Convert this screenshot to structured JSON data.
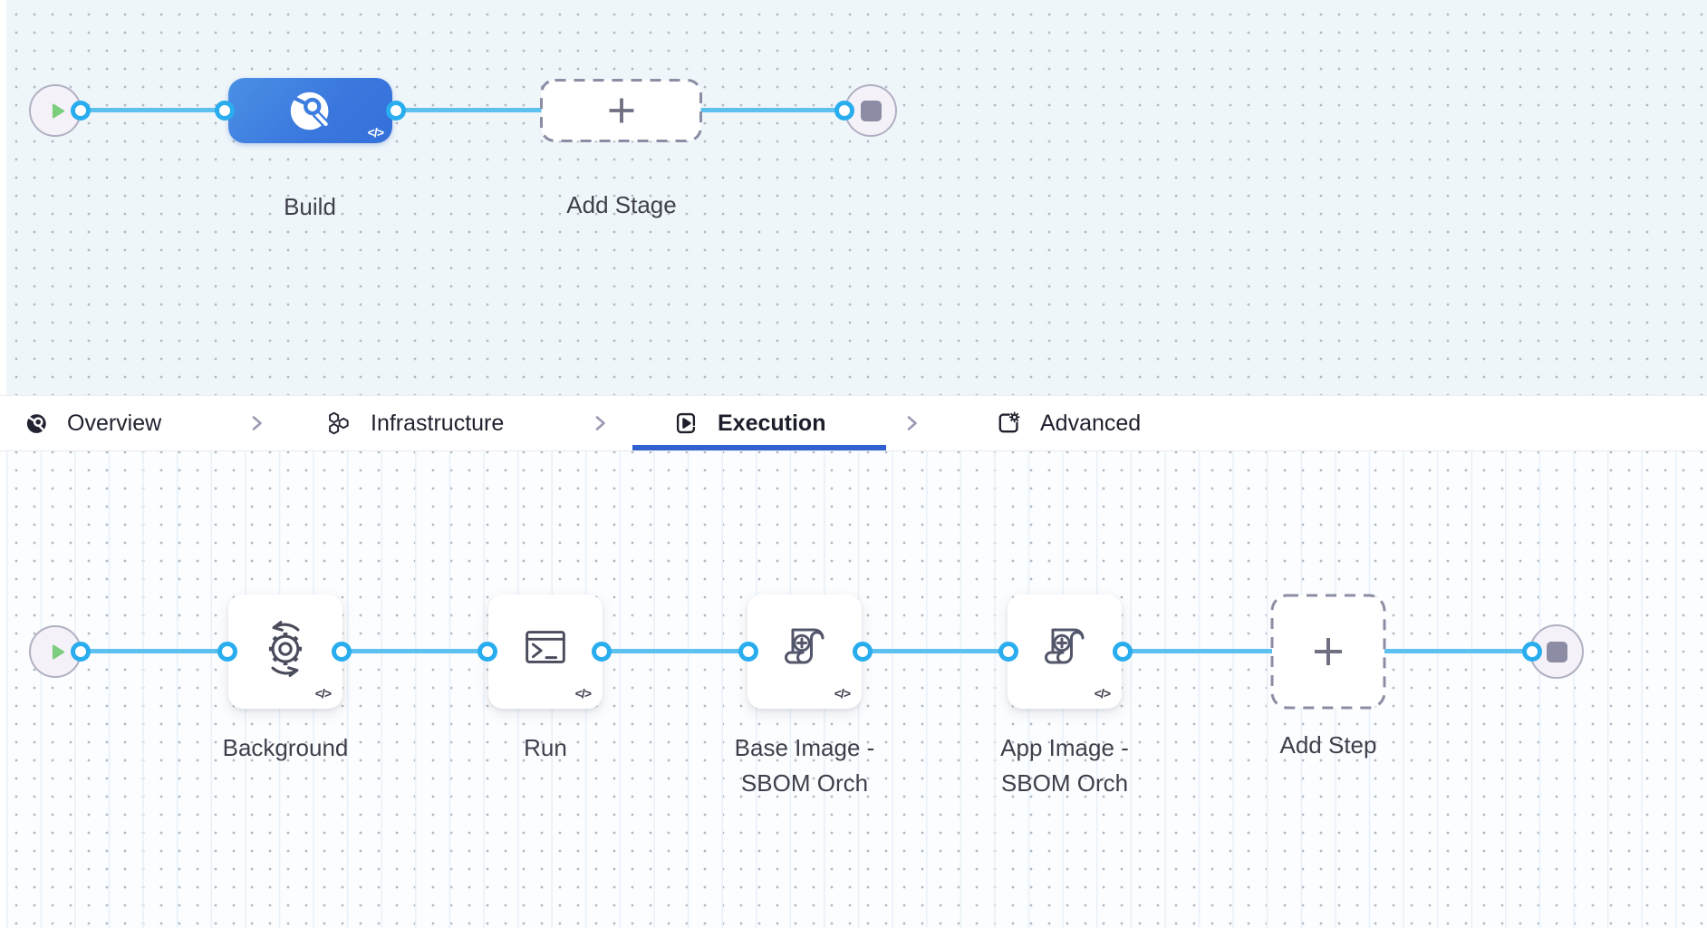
{
  "pipeline_canvas": {
    "stages": [
      {
        "label": "Build",
        "icon": "ci-build-stage-icon"
      }
    ],
    "add_stage_label": "Add Stage",
    "start_node_icon": "play-icon",
    "end_node_icon": "stop-icon"
  },
  "stage_tabs": {
    "items": [
      {
        "label": "Overview",
        "icon": "ci-overview-icon",
        "active": false
      },
      {
        "label": "Infrastructure",
        "icon": "infrastructure-hexagons-icon",
        "active": false
      },
      {
        "label": "Execution",
        "icon": "execution-play-window-icon",
        "active": true
      },
      {
        "label": "Advanced",
        "icon": "advanced-window-gear-icon",
        "active": false
      }
    ]
  },
  "execution_canvas": {
    "steps": [
      {
        "label": "Background",
        "icon": "background-gear-sync-icon"
      },
      {
        "label": "Run",
        "icon": "run-terminal-icon"
      },
      {
        "label": "Base Image - SBOM Orch",
        "line1": "Base Image -",
        "line2": "SBOM Orch",
        "icon": "sbom-scroll-plus-icon"
      },
      {
        "label": "App Image - SBOM Orch",
        "line1": "App Image -",
        "line2": "SBOM Orch",
        "icon": "sbom-scroll-plus-icon"
      }
    ],
    "add_step_label": "Add Step",
    "start_node_icon": "play-icon",
    "end_node_icon": "stop-icon"
  },
  "badges": {
    "code": "</>"
  },
  "colors": {
    "connector_line": "#5ec0ee",
    "connector_ring": "#29adee",
    "stage_blue": "#3b7de0",
    "active_tab_underline": "#3161d1",
    "play_green": "#7ccd7d",
    "canvas_top_bg": "#eff6fa",
    "canvas_bottom_bg": "#fbfdff"
  }
}
